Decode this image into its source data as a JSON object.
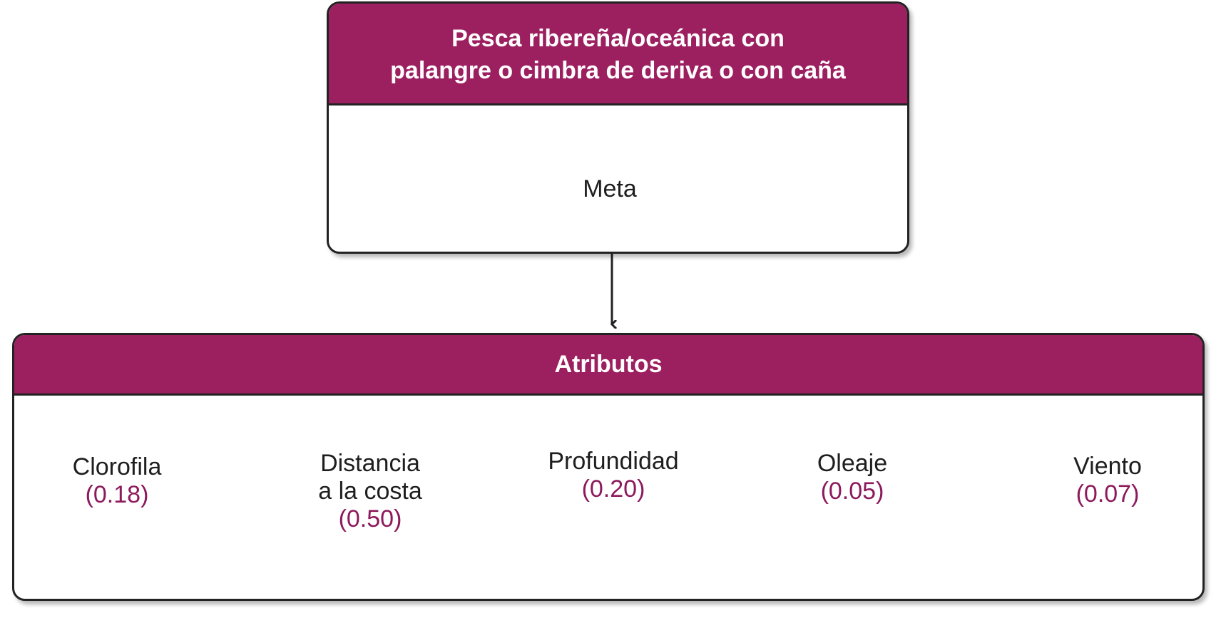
{
  "top_box": {
    "title_line1": "Pesca ribereña/oceánica con",
    "title_line2": "palangre o cimbra de deriva o con caña",
    "goal": "Meta"
  },
  "attributes_box": {
    "title": "Atributos",
    "items": [
      {
        "name": "Clorofila",
        "weight": "(0.18)"
      },
      {
        "name_line1": "Distancia",
        "name_line2": "a la costa",
        "weight": "(0.50)"
      },
      {
        "name": "Profundidad",
        "weight": "(0.20)"
      },
      {
        "name": "Oleaje",
        "weight": "(0.05)"
      },
      {
        "name": "Viento",
        "weight": "(0.07)"
      }
    ]
  },
  "colors": {
    "header_fill": "#9c1f60",
    "weight_text": "#8c1a5c",
    "outline": "#222222"
  }
}
